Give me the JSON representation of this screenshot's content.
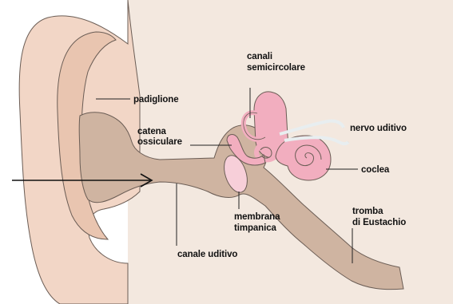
{
  "diagram": {
    "colors": {
      "background": "#f3e8df",
      "outer_ear_light": "#f2d6c6",
      "outer_ear_mid": "#e9c5b0",
      "canal": "#cfb4a1",
      "inner_pink": "#f2aebf",
      "drum": "#f7cfd9",
      "outline": "#6b5d55",
      "leader": "#222222"
    },
    "labels": {
      "padiglione": "padiglione",
      "canali_line1": "canali",
      "canali_line2": "semicircolare",
      "catena_line1": "catena",
      "catena_line2": "ossiculare",
      "nervo": "nervo uditivo",
      "coclea": "coclea",
      "membrana_line1": "membrana",
      "membrana_line2": "timpanica",
      "tromba_line1": "tromba",
      "tromba_line2": "di Eustachio",
      "canale": "canale uditivo"
    }
  }
}
